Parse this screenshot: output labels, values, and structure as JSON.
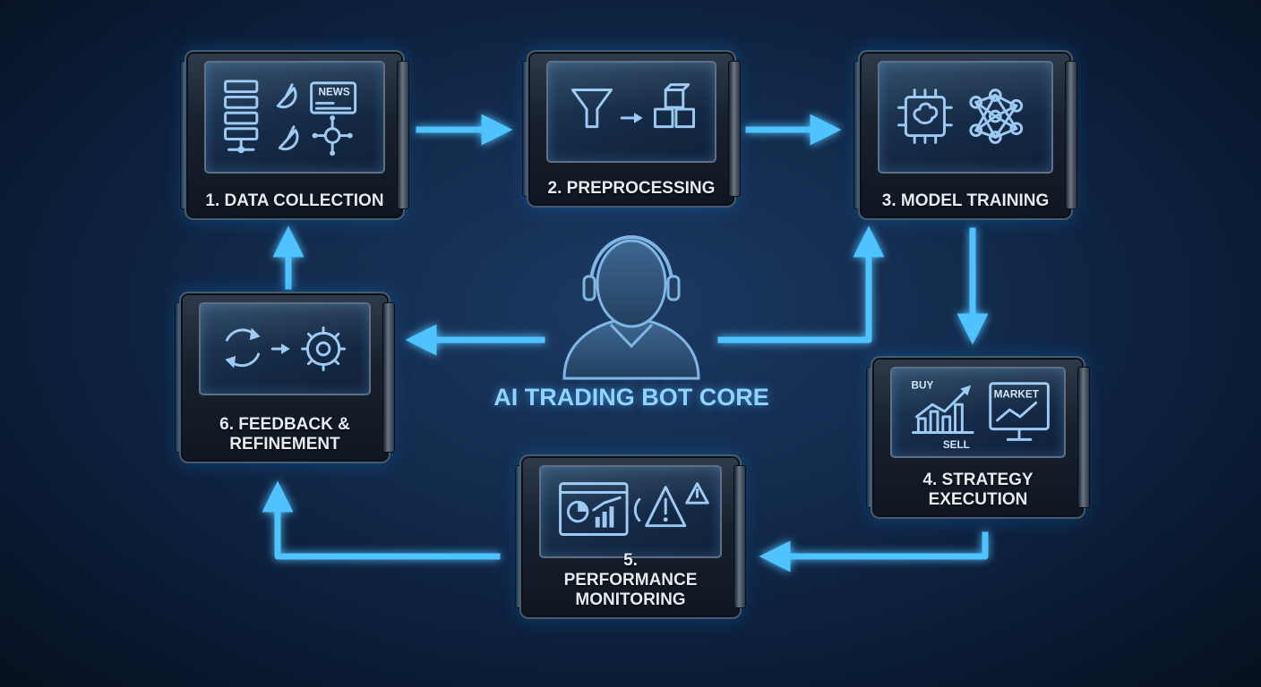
{
  "core": {
    "title": "AI TRADING BOT CORE"
  },
  "steps": [
    {
      "label": "1. DATA COLLECTION",
      "screen_text": "NEWS",
      "icons": [
        "server-icon",
        "satellite-dish-icon",
        "newspaper-icon",
        "network-hub-icon"
      ]
    },
    {
      "label": "2. PREPROCESSING",
      "icons": [
        "funnel-icon",
        "arrow-right-icon",
        "cubes-icon"
      ]
    },
    {
      "label": "3. MODEL TRAINING",
      "icons": [
        "brain-chip-icon",
        "neural-network-icon"
      ]
    },
    {
      "label": "4. STRATEGY EXECUTION",
      "screen_text": {
        "buy": "BUY",
        "sell": "SELL",
        "market": "MARKET"
      },
      "icons": [
        "trend-chart-icon",
        "market-monitor-icon"
      ]
    },
    {
      "label": "5. PERFORMANCE MONITORING",
      "icons": [
        "dashboard-icon",
        "warning-icon"
      ]
    },
    {
      "label": "6. FEEDBACK & REFINEMENT",
      "icons": [
        "cycle-arrows-icon",
        "arrow-right-icon",
        "gear-icon"
      ]
    }
  ],
  "colors": {
    "accent": "#4fc3ff",
    "background": "#0f2440",
    "label_text": "#e6ecf4",
    "core_text": "#8fd3ff"
  }
}
